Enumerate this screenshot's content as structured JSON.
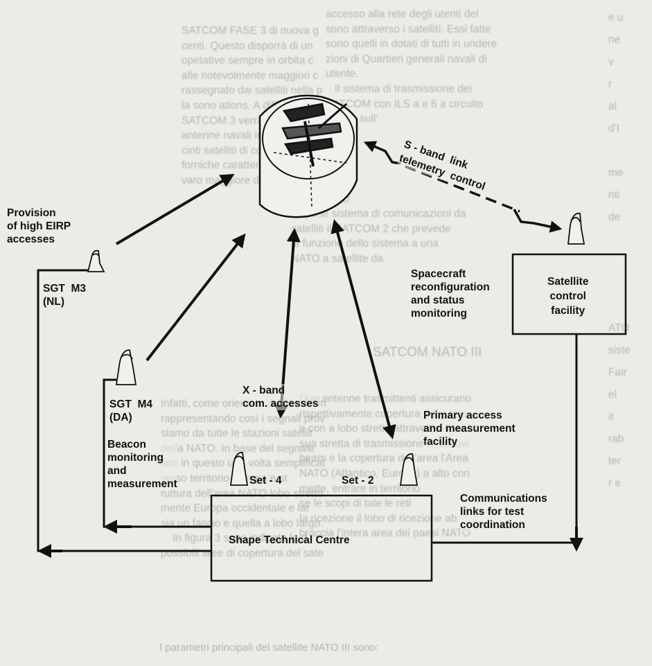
{
  "labels": {
    "provision": "Provision\nof high EIRP\naccesses",
    "sgt_m3": "SGT  M3\n(NL)",
    "sgt_m4": "SGT  M4\n(DA)",
    "beacon": "Beacon\nmonitoring\nand\nmeasurement",
    "xband": "X - band\ncom. accesses",
    "set4": "Set - 4",
    "set2": "Set - 2",
    "shape": "Shape Technical Centre",
    "primary": "Primary access\nand measurement\nfacility",
    "comms": "Communications\nlinks for test\ncoordination",
    "spacecraft": "Spacecraft\nreconfiguration\nand status\nmonitoring",
    "satellite_control": "Satellite\ncontrol\nfacility",
    "sband": "S - band  link\ntelemetry  control"
  },
  "background_text": {
    "left_column": "SATCOM FASE 3 di nuova g\ncenti. Questo disporrà di un\nopetative sempre in orbita c\nalle notevolmente maggiori c\nrassegnato dai satelliti nella p\nla sono ations. A differenza\nSATCOM 3 verrà impiegato an\nantenne navali in mare, alle q\ncinti satelliti di comunicazioni\nforniche caratteristiche\nvaro maggiore di tempo",
    "right_top": "accesso alla rete degli utenti del\nsono attraverso i satelliti. Essi fatte\nsono quelli in dotati di tutti in undere\nzioni di Quartieri generali navali di\nutente.\n   Il sistema di trasmissione dei\nSATCOM con ILS a e 6 a circuito\ncanali, sull'",
    "right_mid": "NATO\nper la NATO\ndispone sistema di comunicazioni da\nsatelliti il SATCOM 2 che prevede\nla funzione dello sistema a una\nNATO a satellite da",
    "section_title": "SATCOM NATO III",
    "right_bottom": "Due antenne trasmittenti assicurano\nrispettivamente copertura dei paesi\ne con a lobo stretto attraverso il la\nsua stretta di trasmissione e narrow\nbeam e la copertura dell'area l'Area\nNATO (Atlantico, Europa) a alto con\nmette, entrare in territorio\nse le scopi di tale le reti\nla ricezione il lobo di ricezione ab\nbraccia l'intera area dei paesi NATO",
    "left_bottom": "Infatti, come orientato del Nord Am\nrappresentando così i segnali prov\nsiamo da tutte le stazioni satellit\ndella NATO. In base del segnale\nfine in questo una volta semplificat\nverso territorio Europa e st\nruttura dell'area NATO lobo stretto\nmente Europa occidentale e lar\nsia un fascio e quella a lobo largo.\n    In figura 3 sono indicate le d\npossibili aree di copertura del sate",
    "caption": "I parametri principali del satellite NATO III sono:",
    "right_edge": "e u\nne\nv\nr\nal\nd'I\n\nme\nnti\nde\n\n\n\n\nATO\nsiste\nFair\nel\nit\nrab\nter\nr e"
  },
  "colors": {
    "ink": "#111111",
    "paper": "#ecebe6",
    "faded_text": "#8c8a84"
  }
}
